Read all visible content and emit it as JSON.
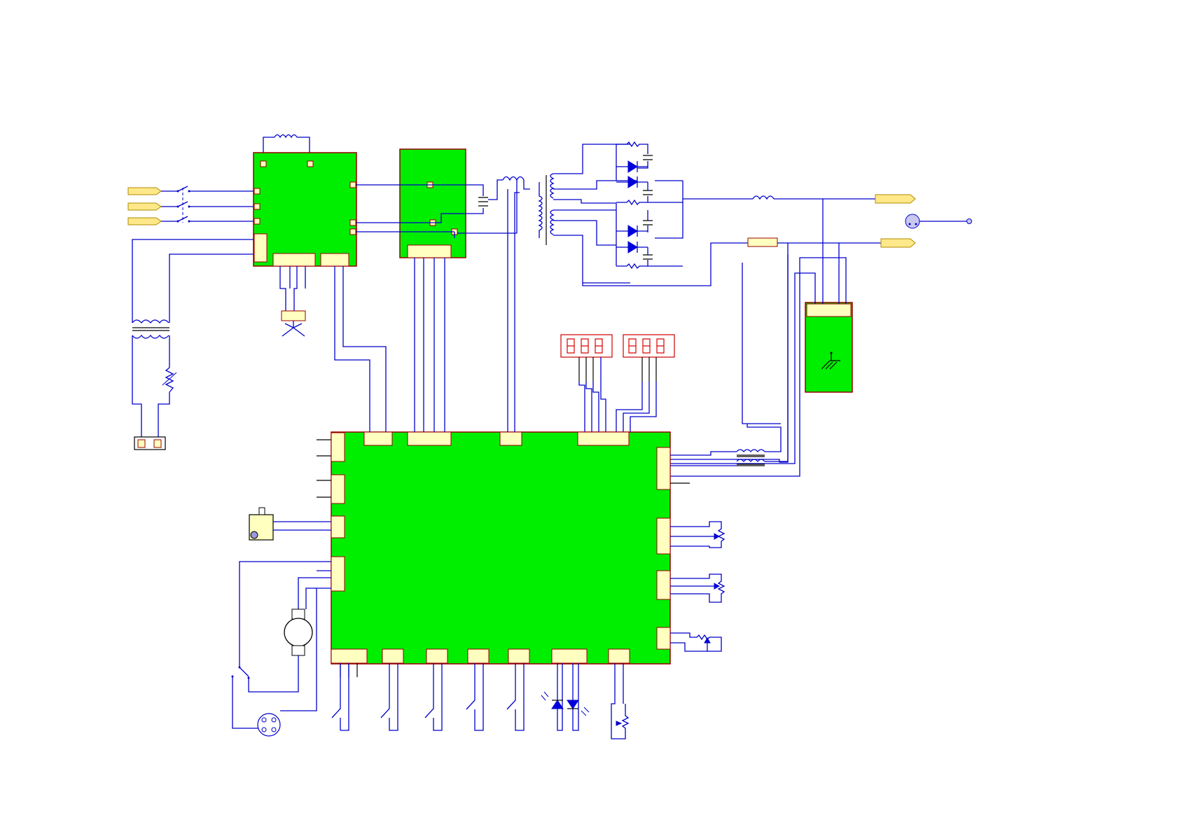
{
  "diagram": {
    "kind": "circuit-schematic",
    "colors": {
      "board_fill": "#00ee00",
      "board_border": "#990000",
      "wire": "#0000cc",
      "connector_fill": "#ffffc0",
      "terminal_fill": "#ffe88a",
      "display_segment": "#dd0000"
    },
    "components": {
      "input_terminals": 3,
      "output_terminals": 2,
      "seven_segment_displays": 2,
      "digits_per_display": 3,
      "panel_switches": 5,
      "leds": 2,
      "potentiometers": 4
    }
  }
}
